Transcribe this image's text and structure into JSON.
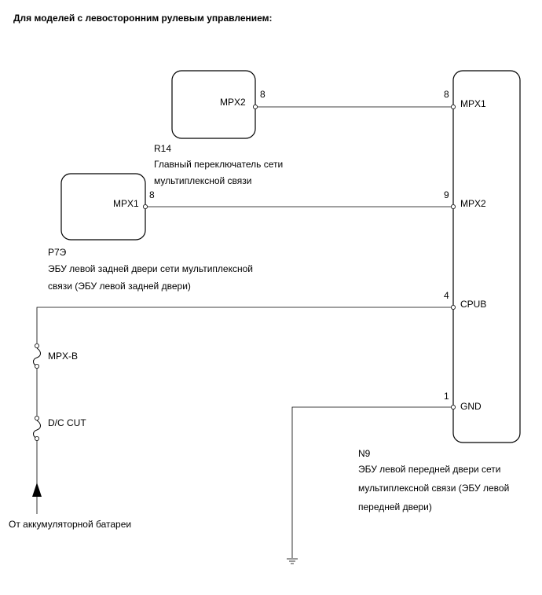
{
  "title": "Для моделей с левосторонним рулевым управлением:",
  "r14": {
    "id": "R14",
    "pin_label": "MPX2",
    "pin_number": "8",
    "desc_line1": "Главный переключатель сети",
    "desc_line2": "мультиплексной связи"
  },
  "p7e": {
    "id": "P7Э",
    "pin_label": "MPX1",
    "pin_number": "8",
    "desc_line1": "ЭБУ левой задней двери сети мультиплексной",
    "desc_line2": "связи (ЭБУ левой задней двери)"
  },
  "n9": {
    "id": "N9",
    "pins": [
      {
        "number": "8",
        "label": "MPX1"
      },
      {
        "number": "9",
        "label": "MPX2"
      },
      {
        "number": "4",
        "label": "CPUB"
      },
      {
        "number": "1",
        "label": "GND"
      }
    ],
    "desc_line1": "ЭБУ левой передней двери сети",
    "desc_line2": "мультиплексной связи (ЭБУ левой",
    "desc_line3": "передней двери)"
  },
  "fuses": [
    {
      "label": "MPX-B"
    },
    {
      "label": "D/C CUT"
    }
  ],
  "battery_label": "От аккумуляторной батареи"
}
